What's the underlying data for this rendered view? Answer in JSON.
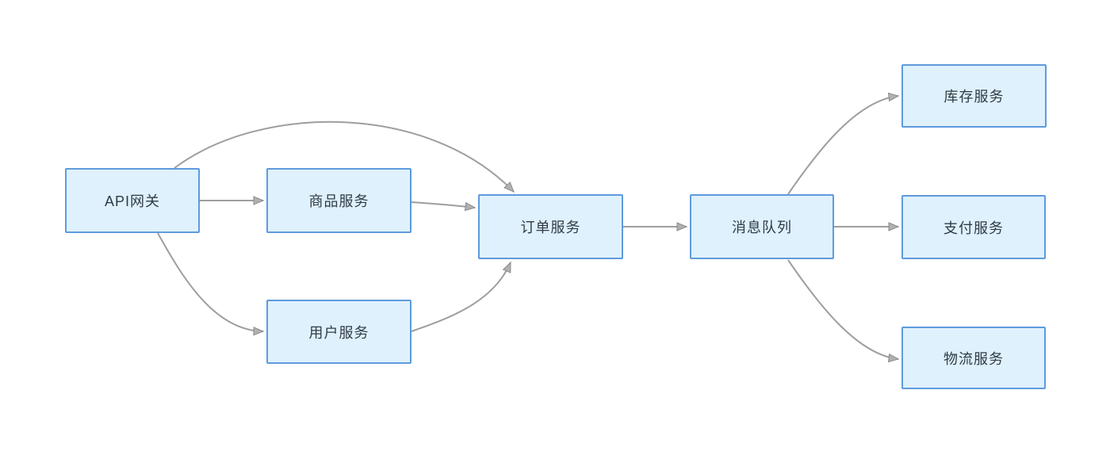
{
  "diagram": {
    "type": "flowchart",
    "background": "#ffffff",
    "nodes": {
      "api_gateway": {
        "label": "API网关"
      },
      "product_service": {
        "label": "商品服务"
      },
      "user_service": {
        "label": "用户服务"
      },
      "order_service": {
        "label": "订单服务"
      },
      "message_queue": {
        "label": "消息队列"
      },
      "inventory_service": {
        "label": "库存服务"
      },
      "payment_service": {
        "label": "支付服务"
      },
      "logistics_service": {
        "label": "物流服务"
      }
    },
    "edges": [
      {
        "from": "API网关",
        "to": "商品服务"
      },
      {
        "from": "API网关",
        "to": "订单服务"
      },
      {
        "from": "API网关",
        "to": "用户服务"
      },
      {
        "from": "商品服务",
        "to": "订单服务"
      },
      {
        "from": "用户服务",
        "to": "订单服务"
      },
      {
        "from": "订单服务",
        "to": "消息队列"
      },
      {
        "from": "消息队列",
        "to": "库存服务"
      },
      {
        "from": "消息队列",
        "to": "支付服务"
      },
      {
        "from": "消息队列",
        "to": "物流服务"
      }
    ],
    "colors": {
      "node_fill": "#dff1fd",
      "node_border": "#5e9ade",
      "node_text": "#2f3b45",
      "connector": "#9e9e9e",
      "arrowhead_fill": "#b0b0b0",
      "arrowhead_stroke": "#8c8c8c",
      "background": "#ffffff"
    }
  }
}
